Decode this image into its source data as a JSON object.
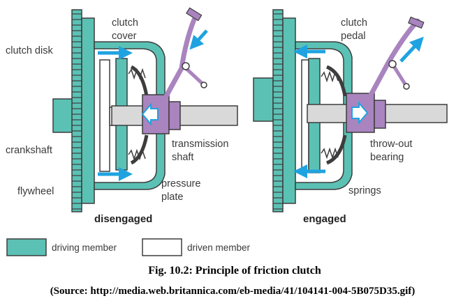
{
  "labels": {
    "clutch_cover_1": "clutch",
    "clutch_cover_2": "cover",
    "clutch_disk": "clutch disk",
    "crankshaft": "crankshaft",
    "flywheel": "flywheel",
    "transmission_1": "transmission",
    "transmission_2": "shaft",
    "pressure_plate_1": "pressure",
    "pressure_plate_2": "plate",
    "clutch_pedal_1": "clutch",
    "clutch_pedal_2": "pedal",
    "throwout_1": "throw-out",
    "throwout_2": "bearing",
    "springs": "springs"
  },
  "states": {
    "left": "disengaged",
    "right": "engaged"
  },
  "legend": {
    "driving": "driving member",
    "driven": "driven member"
  },
  "caption": {
    "title": "Fig. 10.2: Principle of friction clutch",
    "source": "(Source: http://media.web.britannica.com/eb-media/41/104141-004-5B075D35.gif)"
  },
  "colors": {
    "teal": "#5bc1b4",
    "purple": "#a984bf",
    "arrow_blue": "#1fa3e0",
    "outline": "#3d3d3d",
    "shaft_gray": "#d9d9d9"
  }
}
